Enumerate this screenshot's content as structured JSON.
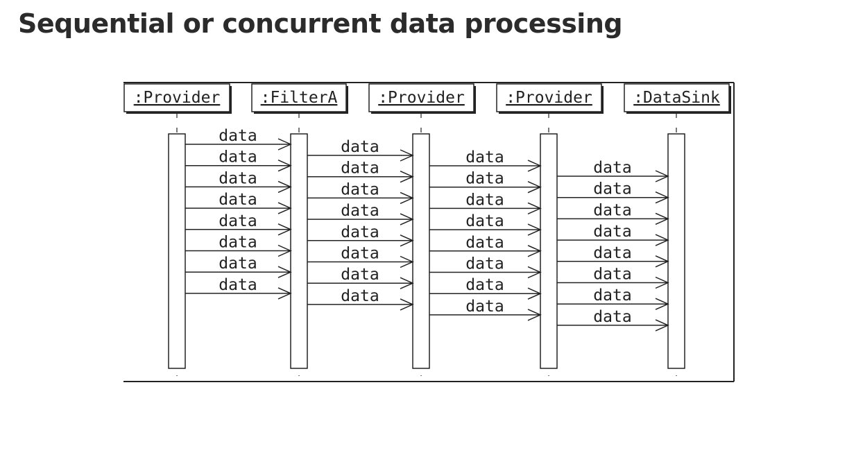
{
  "title": "Sequential or concurrent data processing",
  "diagram": {
    "participants": [
      {
        "label": ":Provider"
      },
      {
        "label": ":FilterA"
      },
      {
        "label": ":Provider"
      },
      {
        "label": ":Provider"
      },
      {
        "label": ":DataSink"
      }
    ],
    "message_label": "data",
    "message_counts": [
      8,
      8,
      8,
      8
    ]
  }
}
